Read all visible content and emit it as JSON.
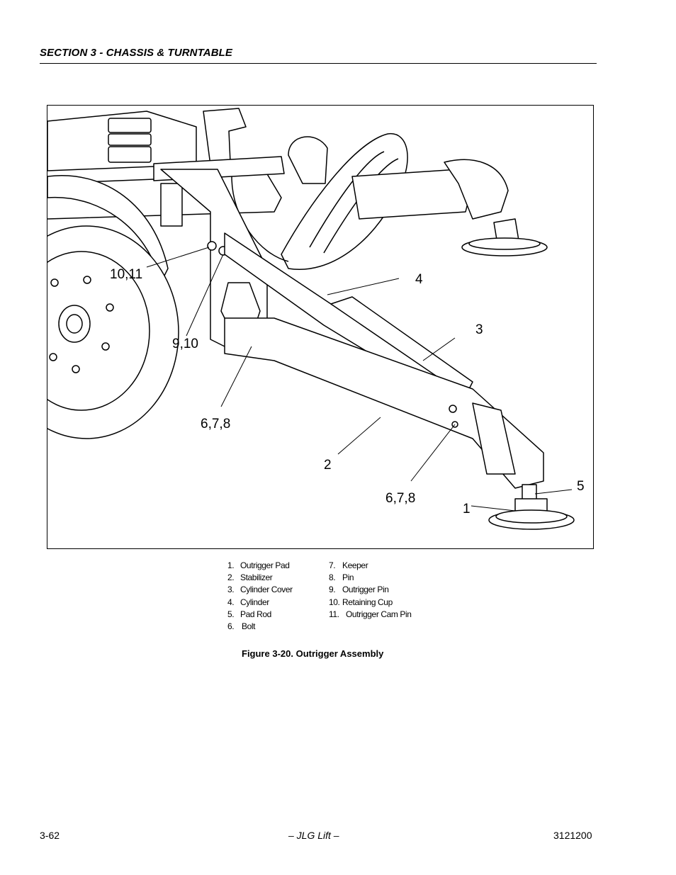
{
  "header": {
    "section_title": "SECTION 3 - CHASSIS & TURNTABLE"
  },
  "figure": {
    "callouts": {
      "c_10_11": "10,11",
      "c_9_10": "9,10",
      "c_6_7_8_upper": "6,7,8",
      "c_2": "2",
      "c_4": "4",
      "c_3": "3",
      "c_6_7_8_lower": "6,7,8",
      "c_5": "5",
      "c_1": "1"
    },
    "legend_col1": [
      {
        "num": "1.",
        "label": "Outrigger Pad"
      },
      {
        "num": "2.",
        "label": "Stabilizer"
      },
      {
        "num": "3.",
        "label": "Cylinder Cover"
      },
      {
        "num": "4.",
        "label": "Cylinder"
      },
      {
        "num": "5.",
        "label": "Pad Rod"
      },
      {
        "num": "6.",
        "label": "Bolt"
      }
    ],
    "legend_col2": [
      {
        "num": "7.",
        "label": "Keeper"
      },
      {
        "num": "8.",
        "label": "Pin"
      },
      {
        "num": "9.",
        "label": "Outrigger Pin"
      },
      {
        "num": "10.",
        "label": "Retaining Cup"
      },
      {
        "num": "11.",
        "label": "Outrigger Cam Pin"
      }
    ],
    "caption": "Figure 3-20.  Outrigger Assembly"
  },
  "footer": {
    "page_number": "3-62",
    "center_text": "– JLG Lift –",
    "doc_number": "3121200"
  }
}
